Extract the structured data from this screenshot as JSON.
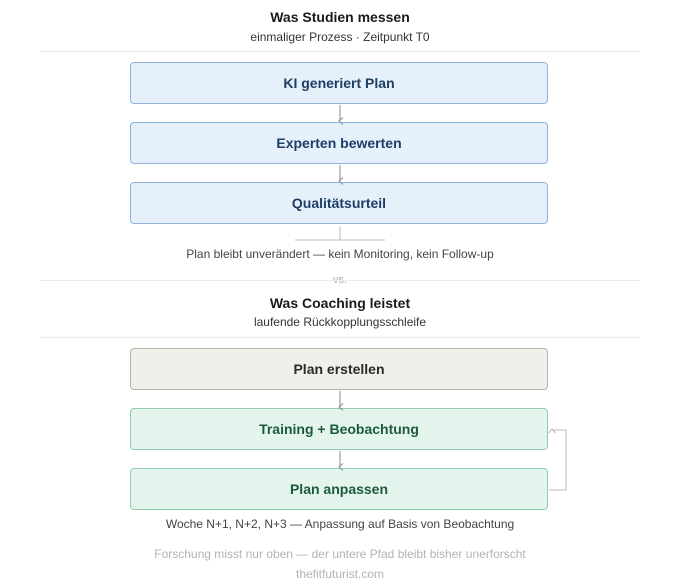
{
  "top": {
    "title": "Was Studien messen",
    "subtitle": "einmaliger Prozess · Zeitpunkt T0",
    "steps": [
      "KI generiert Plan",
      "Experten bewerten",
      "Qualitätsurteil"
    ],
    "note": "Plan bleibt unverändert — kein Monitoring, kein Follow-up"
  },
  "separator": "vs.",
  "bottom": {
    "title": "Was Coaching leistet",
    "subtitle": "laufende Rückkopplungsschleife",
    "steps": [
      "Plan erstellen",
      "Training + Beobachtung",
      "Plan anpassen"
    ],
    "note": "Woche N+1, N+2, N+3 — Anpassung auf Basis von Beobachtung"
  },
  "footer": {
    "caption": "Forschung misst nur oben — der untere Pfad bleibt bisher unerforscht",
    "credit": "thefitfuturist.com"
  },
  "colors": {
    "blue_fill": "#e6f0fb",
    "blue_border": "#8eb3de",
    "gray_fill": "#f0efea",
    "gray_border": "#b5b4ac",
    "green_fill": "#e3f5ec",
    "green_border": "#8fcfad",
    "arrow": "#8a8a8a"
  }
}
